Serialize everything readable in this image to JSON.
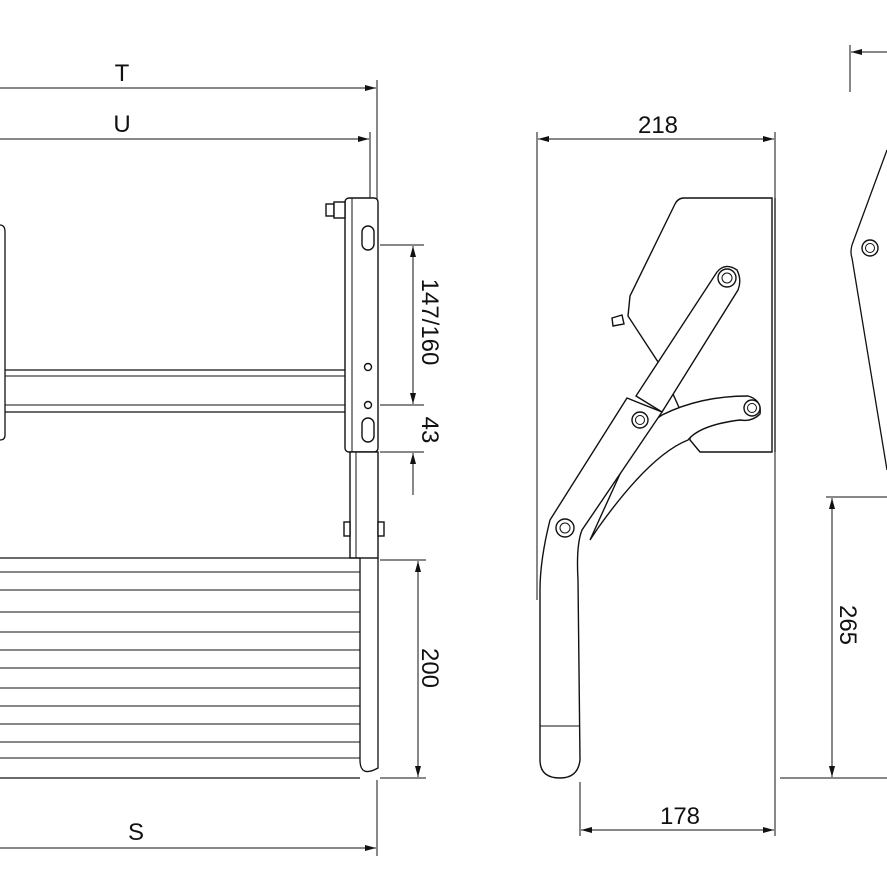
{
  "dimensions": {
    "T": "T",
    "U": "U",
    "S": "S",
    "mount_height": "147/160",
    "offset": "43",
    "step_depth": "200",
    "side_width": "218",
    "foot_width": "178",
    "height": "265"
  },
  "colors": {
    "line": "#111111",
    "background": "#ffffff"
  }
}
